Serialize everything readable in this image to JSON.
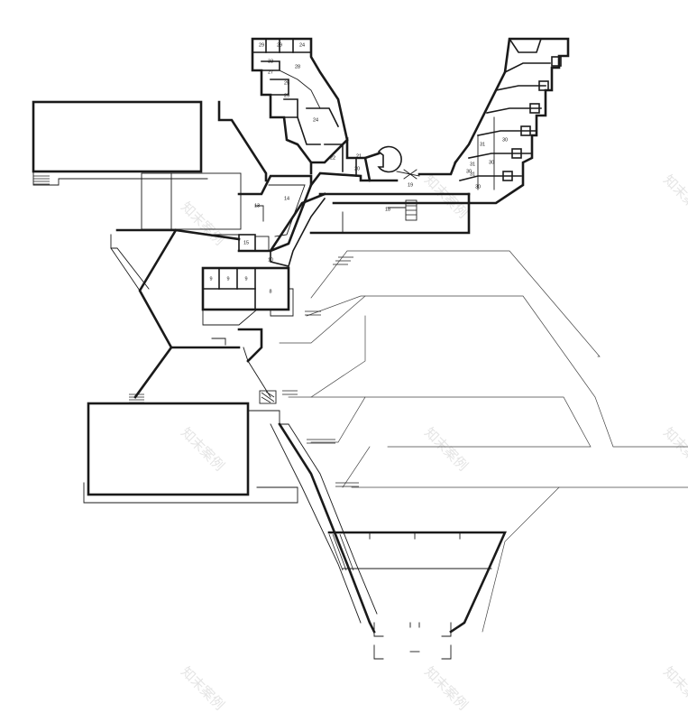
{
  "room_labels": [
    "29",
    "29",
    "24",
    "33",
    "28",
    "27",
    "25",
    "25",
    "24",
    "21",
    "22",
    "20",
    "19",
    "18",
    "14",
    "13",
    "15",
    "10",
    "9",
    "9",
    "9",
    "8",
    "30",
    "31",
    "30",
    "31",
    "30",
    "31",
    "30"
  ],
  "watermark": "知末案例"
}
